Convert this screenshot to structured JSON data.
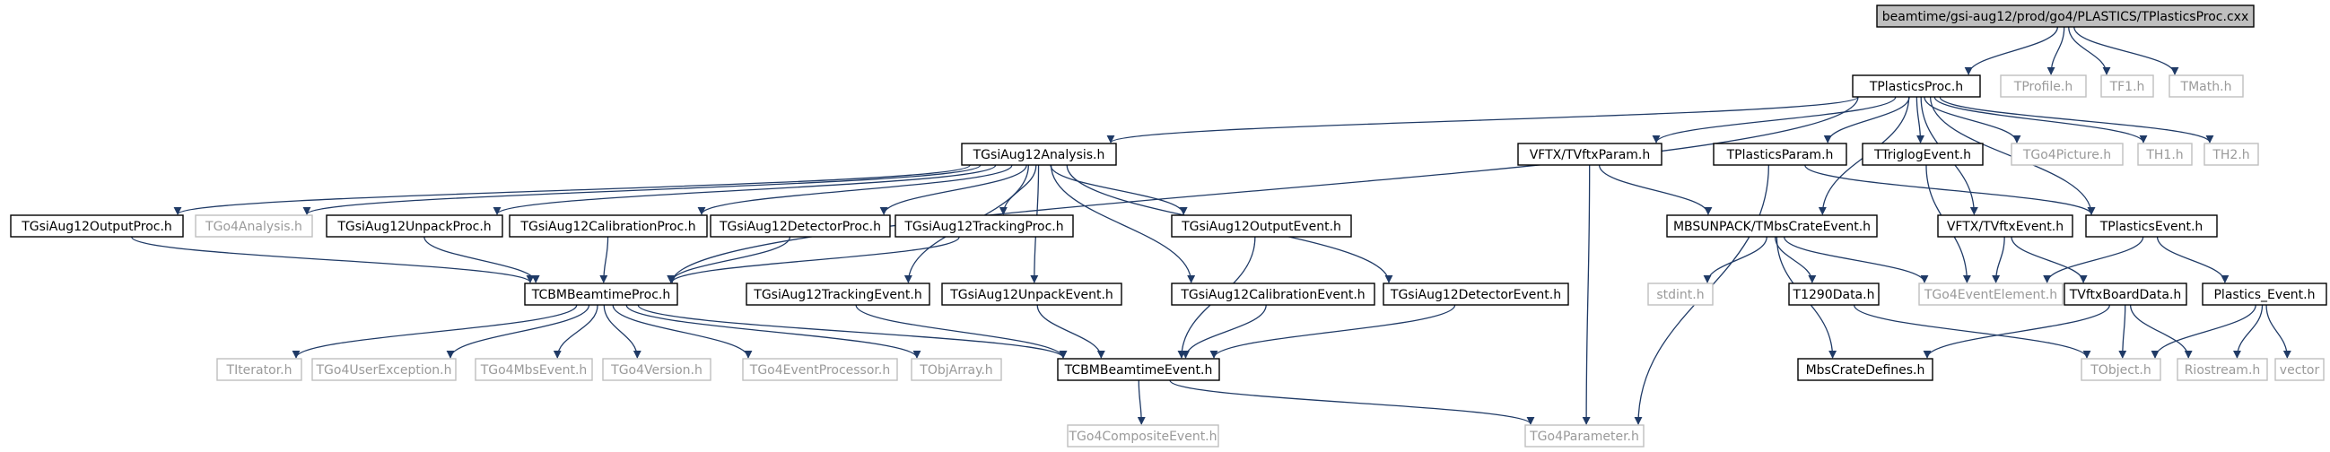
{
  "diagram": {
    "type": "include-dependency-graph",
    "colors": {
      "edge": "#1f3a66",
      "documented_border": "#000000",
      "undocumented_border": "#bfbfbf",
      "undocumented_text": "#9a9a9a",
      "root_fill": "#bfbfbf"
    },
    "nodes": [
      {
        "id": "root",
        "label": "beamtime/gsi-aug12/prod/go4/PLASTICS/TPlasticsProc.cxx",
        "style": "root"
      },
      {
        "id": "tplasticsproc_h",
        "label": "TPlasticsProc.h",
        "style": "dark"
      },
      {
        "id": "tprofile_h",
        "label": "TProfile.h",
        "style": "light"
      },
      {
        "id": "tf1_h",
        "label": "TF1.h",
        "style": "light"
      },
      {
        "id": "tmath_h",
        "label": "TMath.h",
        "style": "light"
      },
      {
        "id": "tgsiaug12analysis_h",
        "label": "TGsiAug12Analysis.h",
        "style": "dark"
      },
      {
        "id": "vftx_tvftxparam_h",
        "label": "VFTX/TVftxParam.h",
        "style": "dark"
      },
      {
        "id": "tplasticsparam_h",
        "label": "TPlasticsParam.h",
        "style": "dark"
      },
      {
        "id": "ttriglogevent_h",
        "label": "TTriglogEvent.h",
        "style": "dark"
      },
      {
        "id": "tgo4picture_h",
        "label": "TGo4Picture.h",
        "style": "light"
      },
      {
        "id": "th1_h",
        "label": "TH1.h",
        "style": "light"
      },
      {
        "id": "th2_h",
        "label": "TH2.h",
        "style": "light"
      },
      {
        "id": "tgsiaug12outputproc_h",
        "label": "TGsiAug12OutputProc.h",
        "style": "dark"
      },
      {
        "id": "tgo4analysis_h",
        "label": "TGo4Analysis.h",
        "style": "light"
      },
      {
        "id": "tgsiaug12unpackproc_h",
        "label": "TGsiAug12UnpackProc.h",
        "style": "dark"
      },
      {
        "id": "tgsiaug12calibrationproc_h",
        "label": "TGsiAug12CalibrationProc.h",
        "style": "dark"
      },
      {
        "id": "tgsiaug12detectorproc_h",
        "label": "TGsiAug12DetectorProc.h",
        "style": "dark"
      },
      {
        "id": "tgsiaug12trackingproc_h",
        "label": "TGsiAug12TrackingProc.h",
        "style": "dark"
      },
      {
        "id": "tgsiaug12outputevent_h",
        "label": "TGsiAug12OutputEvent.h",
        "style": "dark"
      },
      {
        "id": "mbsunpack_tmbscrateevent_h",
        "label": "MBSUNPACK/TMbsCrateEvent.h",
        "style": "dark"
      },
      {
        "id": "vftx_tvftxevent_h",
        "label": "VFTX/TVftxEvent.h",
        "style": "dark"
      },
      {
        "id": "tplasticsevent_h",
        "label": "TPlasticsEvent.h",
        "style": "dark"
      },
      {
        "id": "tcbmbeamtimeproc_h",
        "label": "TCBMBeamtimeProc.h",
        "style": "dark"
      },
      {
        "id": "tgsiaug12trackingevent_h",
        "label": "TGsiAug12TrackingEvent.h",
        "style": "dark"
      },
      {
        "id": "tgsiaug12unpackevent_h",
        "label": "TGsiAug12UnpackEvent.h",
        "style": "dark"
      },
      {
        "id": "tgsiaug12calibrationevent_h",
        "label": "TGsiAug12CalibrationEvent.h",
        "style": "dark"
      },
      {
        "id": "tgsiaug12detectorevent_h",
        "label": "TGsiAug12DetectorEvent.h",
        "style": "dark"
      },
      {
        "id": "stdint_h",
        "label": "stdint.h",
        "style": "light"
      },
      {
        "id": "t1290data_h",
        "label": "T1290Data.h",
        "style": "dark"
      },
      {
        "id": "tgo4eventelement_h",
        "label": "TGo4EventElement.h",
        "style": "light"
      },
      {
        "id": "tvftxboarddata_h",
        "label": "TVftxBoardData.h",
        "style": "dark"
      },
      {
        "id": "plastics_event_h",
        "label": "Plastics_Event.h",
        "style": "dark"
      },
      {
        "id": "titerator_h",
        "label": "TIterator.h",
        "style": "light"
      },
      {
        "id": "tgo4userexception_h",
        "label": "TGo4UserException.h",
        "style": "light"
      },
      {
        "id": "tgo4mbsevent_h",
        "label": "TGo4MbsEvent.h",
        "style": "light"
      },
      {
        "id": "tgo4version_h",
        "label": "TGo4Version.h",
        "style": "light"
      },
      {
        "id": "tgo4eventprocessor_h",
        "label": "TGo4EventProcessor.h",
        "style": "light"
      },
      {
        "id": "tobjarray_h",
        "label": "TObjArray.h",
        "style": "light"
      },
      {
        "id": "tcbmbeamtimeevent_h",
        "label": "TCBMBeamtimeEvent.h",
        "style": "dark"
      },
      {
        "id": "mbscratedefines_h",
        "label": "MbsCrateDefines.h",
        "style": "dark"
      },
      {
        "id": "tobject_h",
        "label": "TObject.h",
        "style": "light"
      },
      {
        "id": "riostream_h",
        "label": "Riostream.h",
        "style": "light"
      },
      {
        "id": "vector",
        "label": "vector",
        "style": "light"
      },
      {
        "id": "tgo4compositeevent_h",
        "label": "TGo4CompositeEvent.h",
        "style": "light"
      },
      {
        "id": "tgo4parameter_h",
        "label": "TGo4Parameter.h",
        "style": "light"
      }
    ],
    "edges": [
      [
        "root",
        "tplasticsproc_h"
      ],
      [
        "root",
        "tprofile_h"
      ],
      [
        "root",
        "tf1_h"
      ],
      [
        "root",
        "tmath_h"
      ],
      [
        "tplasticsproc_h",
        "tgsiaug12analysis_h"
      ],
      [
        "tplasticsproc_h",
        "vftx_tvftxparam_h"
      ],
      [
        "tplasticsproc_h",
        "tplasticsparam_h"
      ],
      [
        "tplasticsproc_h",
        "ttriglogevent_h"
      ],
      [
        "tplasticsproc_h",
        "tgo4picture_h"
      ],
      [
        "tplasticsproc_h",
        "th1_h"
      ],
      [
        "tplasticsproc_h",
        "th2_h"
      ],
      [
        "tplasticsproc_h",
        "mbsunpack_tmbscrateevent_h"
      ],
      [
        "tplasticsproc_h",
        "vftx_tvftxevent_h"
      ],
      [
        "tplasticsproc_h",
        "tplasticsevent_h"
      ],
      [
        "tplasticsproc_h",
        "tcbmbeamtimeproc_h"
      ],
      [
        "tgsiaug12analysis_h",
        "tgsiaug12outputproc_h"
      ],
      [
        "tgsiaug12analysis_h",
        "tgo4analysis_h"
      ],
      [
        "tgsiaug12analysis_h",
        "tgsiaug12unpackproc_h"
      ],
      [
        "tgsiaug12analysis_h",
        "tgsiaug12calibrationproc_h"
      ],
      [
        "tgsiaug12analysis_h",
        "tgsiaug12detectorproc_h"
      ],
      [
        "tgsiaug12analysis_h",
        "tgsiaug12trackingproc_h"
      ],
      [
        "tgsiaug12analysis_h",
        "tgsiaug12outputevent_h"
      ],
      [
        "tgsiaug12analysis_h",
        "tgsiaug12trackingevent_h"
      ],
      [
        "tgsiaug12analysis_h",
        "tgsiaug12unpackevent_h"
      ],
      [
        "tgsiaug12analysis_h",
        "tgsiaug12calibrationevent_h"
      ],
      [
        "tgsiaug12analysis_h",
        "tgsiaug12detectorevent_h"
      ],
      [
        "tgsiaug12outputproc_h",
        "tcbmbeamtimeproc_h"
      ],
      [
        "tgsiaug12unpackproc_h",
        "tcbmbeamtimeproc_h"
      ],
      [
        "tgsiaug12calibrationproc_h",
        "tcbmbeamtimeproc_h"
      ],
      [
        "tgsiaug12detectorproc_h",
        "tcbmbeamtimeproc_h"
      ],
      [
        "tgsiaug12trackingproc_h",
        "tcbmbeamtimeproc_h"
      ],
      [
        "tcbmbeamtimeproc_h",
        "titerator_h"
      ],
      [
        "tcbmbeamtimeproc_h",
        "tgo4userexception_h"
      ],
      [
        "tcbmbeamtimeproc_h",
        "tgo4mbsevent_h"
      ],
      [
        "tcbmbeamtimeproc_h",
        "tgo4version_h"
      ],
      [
        "tcbmbeamtimeproc_h",
        "tgo4eventprocessor_h"
      ],
      [
        "tcbmbeamtimeproc_h",
        "tobjarray_h"
      ],
      [
        "tcbmbeamtimeproc_h",
        "tcbmbeamtimeevent_h"
      ],
      [
        "tgsiaug12outputevent_h",
        "tcbmbeamtimeevent_h"
      ],
      [
        "tgsiaug12trackingevent_h",
        "tcbmbeamtimeevent_h"
      ],
      [
        "tgsiaug12unpackevent_h",
        "tcbmbeamtimeevent_h"
      ],
      [
        "tgsiaug12calibrationevent_h",
        "tcbmbeamtimeevent_h"
      ],
      [
        "tgsiaug12detectorevent_h",
        "tcbmbeamtimeevent_h"
      ],
      [
        "tcbmbeamtimeevent_h",
        "tgo4compositeevent_h"
      ],
      [
        "tcbmbeamtimeevent_h",
        "tgo4parameter_h"
      ],
      [
        "vftx_tvftxparam_h",
        "tgo4parameter_h"
      ],
      [
        "vftx_tvftxparam_h",
        "mbsunpack_tmbscrateevent_h"
      ],
      [
        "tplasticsparam_h",
        "tgo4parameter_h"
      ],
      [
        "tplasticsparam_h",
        "tplasticsevent_h"
      ],
      [
        "ttriglogevent_h",
        "tgo4eventelement_h"
      ],
      [
        "mbsunpack_tmbscrateevent_h",
        "stdint_h"
      ],
      [
        "mbsunpack_tmbscrateevent_h",
        "t1290data_h"
      ],
      [
        "mbsunpack_tmbscrateevent_h",
        "tgo4eventelement_h"
      ],
      [
        "mbsunpack_tmbscrateevent_h",
        "mbscratedefines_h"
      ],
      [
        "vftx_tvftxevent_h",
        "tgo4eventelement_h"
      ],
      [
        "vftx_tvftxevent_h",
        "tvftxboarddata_h"
      ],
      [
        "tplasticsevent_h",
        "tgo4eventelement_h"
      ],
      [
        "tplasticsevent_h",
        "plastics_event_h"
      ],
      [
        "t1290data_h",
        "tobject_h"
      ],
      [
        "tvftxboarddata_h",
        "mbscratedefines_h"
      ],
      [
        "tvftxboarddata_h",
        "tobject_h"
      ],
      [
        "tvftxboarddata_h",
        "riostream_h"
      ],
      [
        "plastics_event_h",
        "tobject_h"
      ],
      [
        "plastics_event_h",
        "riostream_h"
      ],
      [
        "plastics_event_h",
        "vector"
      ]
    ]
  }
}
